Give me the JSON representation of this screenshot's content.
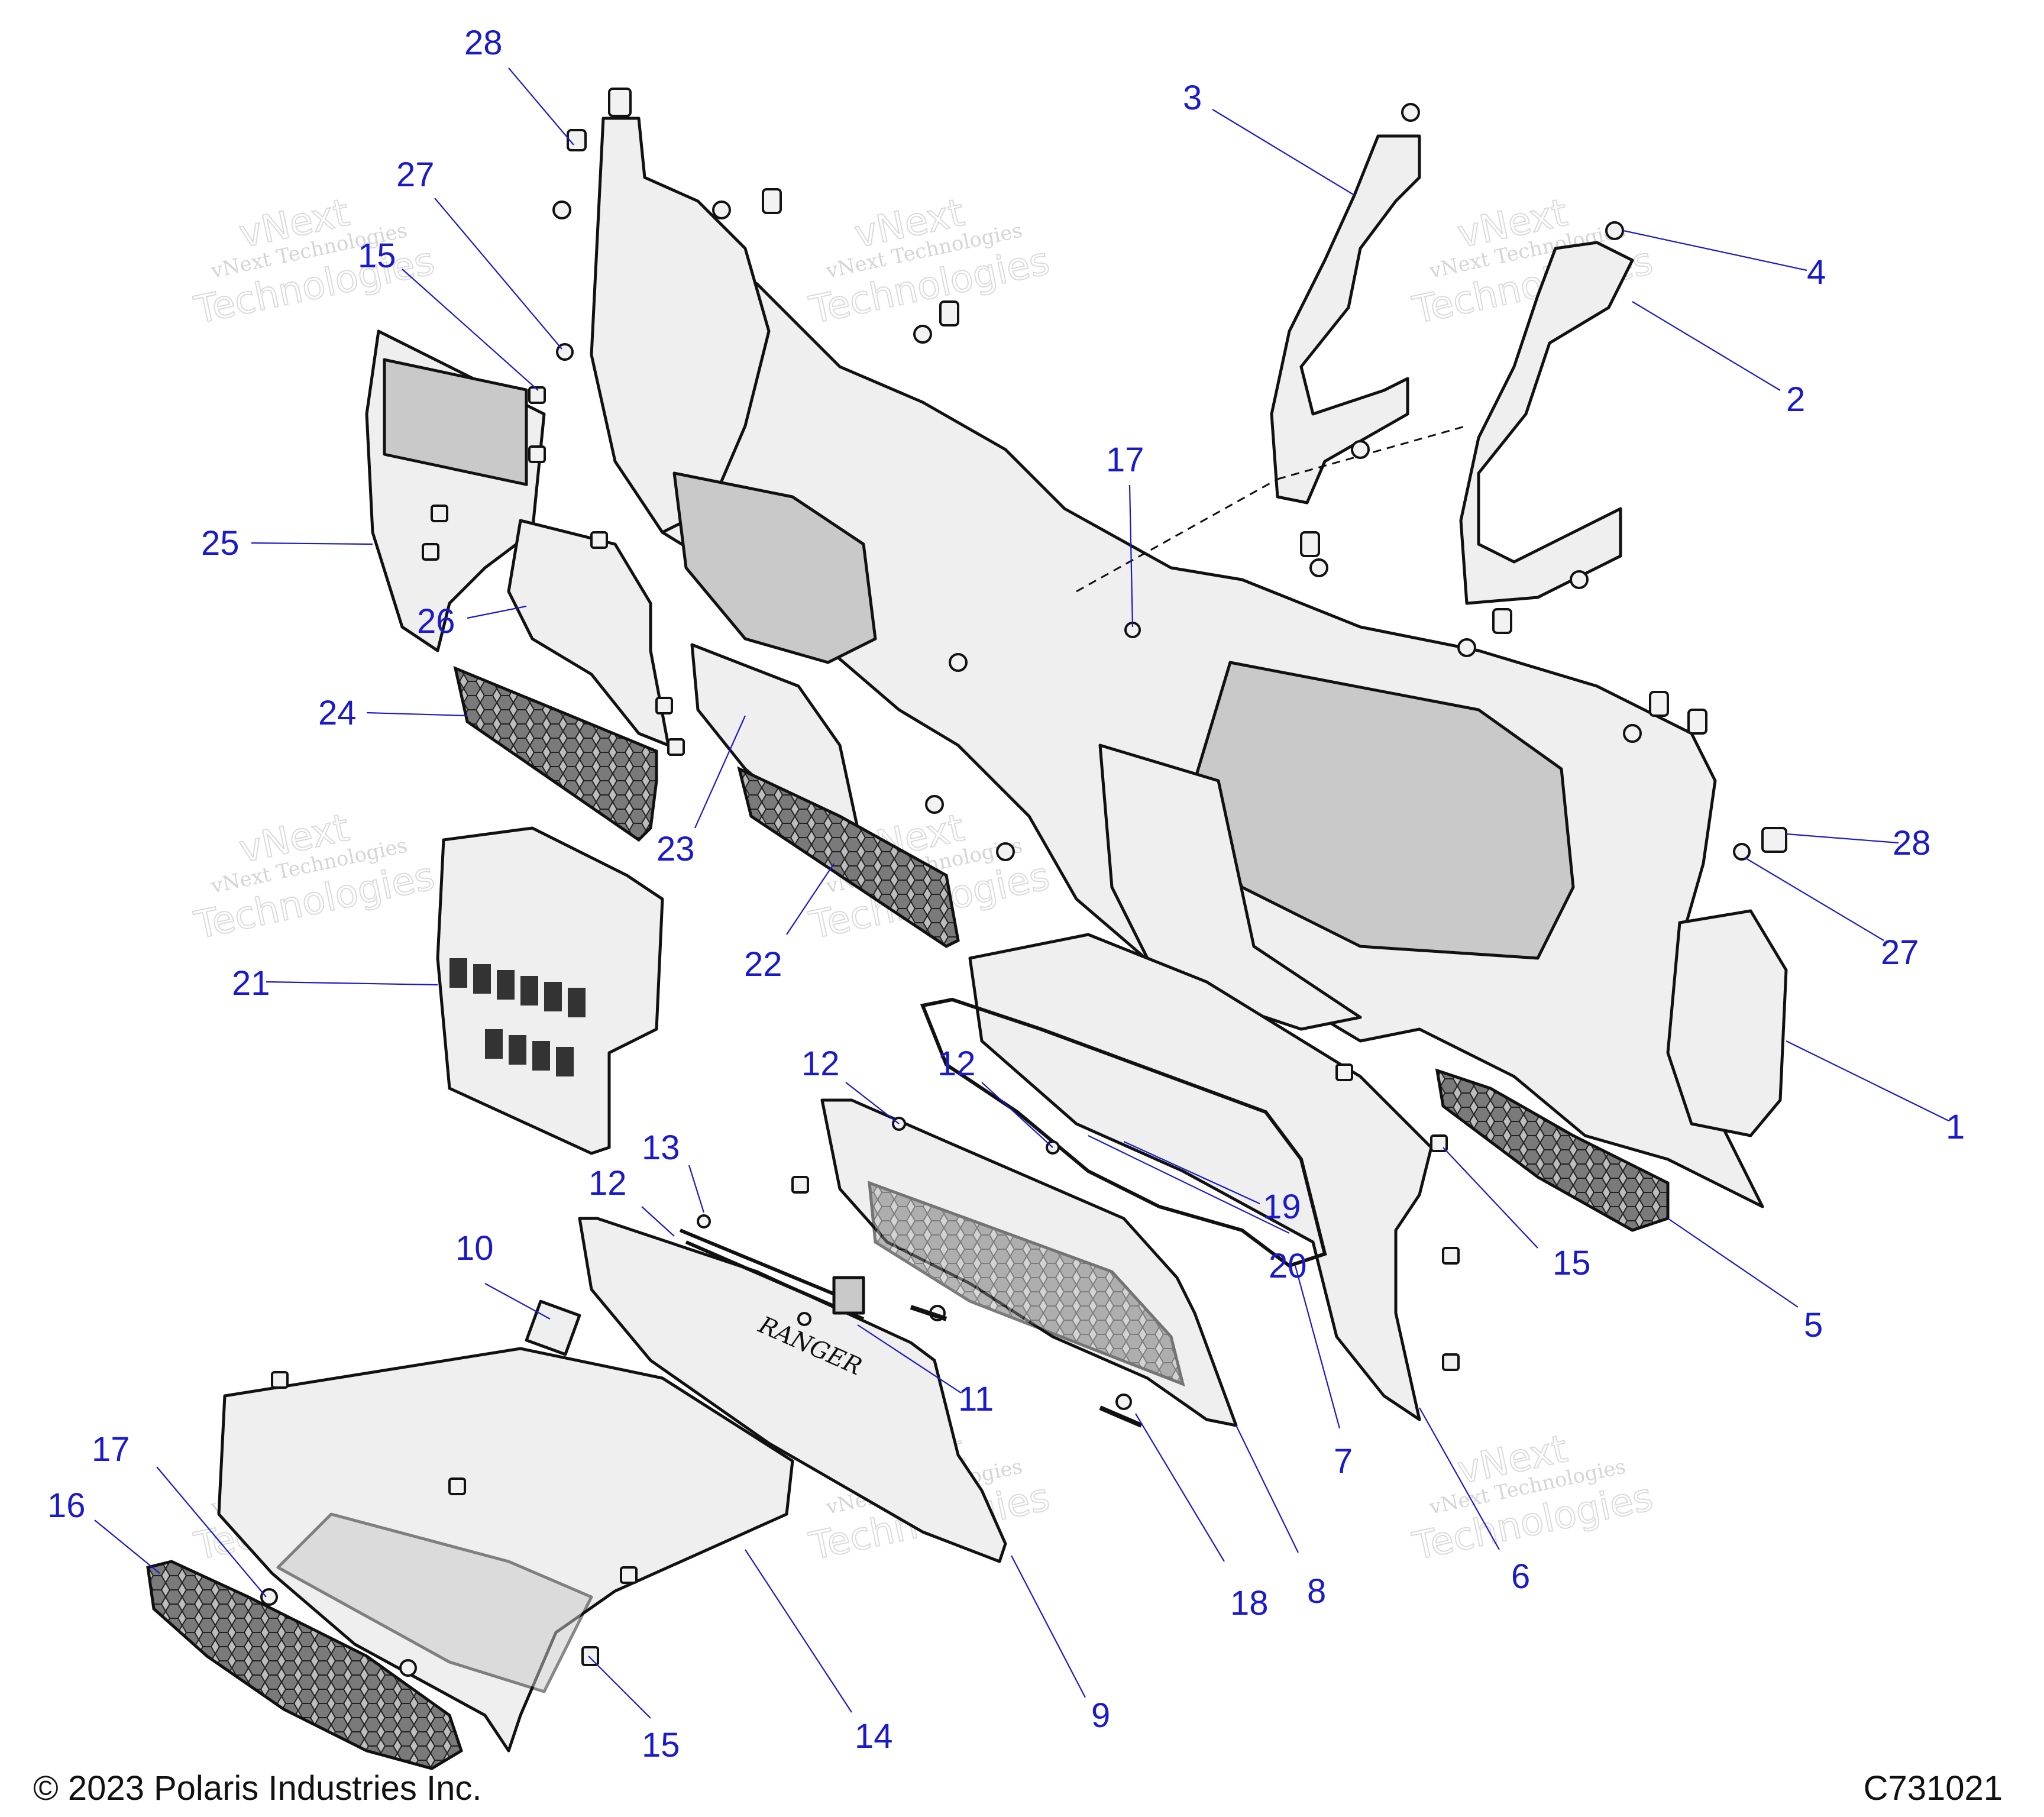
{
  "footer": {
    "copyright": "© 2023 Polaris Industries Inc.",
    "drawing_id": "C731021"
  },
  "watermark": {
    "line1": "vNext Technologies",
    "line2": "vNext",
    "line3": "Technologies"
  },
  "callouts": [
    "28",
    "27",
    "15",
    "25",
    "26",
    "24",
    "21",
    "23",
    "22",
    "3",
    "4",
    "2",
    "17",
    "28",
    "27",
    "1",
    "12",
    "12",
    "13",
    "12",
    "10",
    "11",
    "19",
    "20",
    "7",
    "15",
    "5",
    "9",
    "14",
    "16",
    "17",
    "15",
    "18",
    "8",
    "6"
  ],
  "colors": {
    "callout": "#1a1acc",
    "line": "#111111",
    "fill": "#efefef"
  }
}
